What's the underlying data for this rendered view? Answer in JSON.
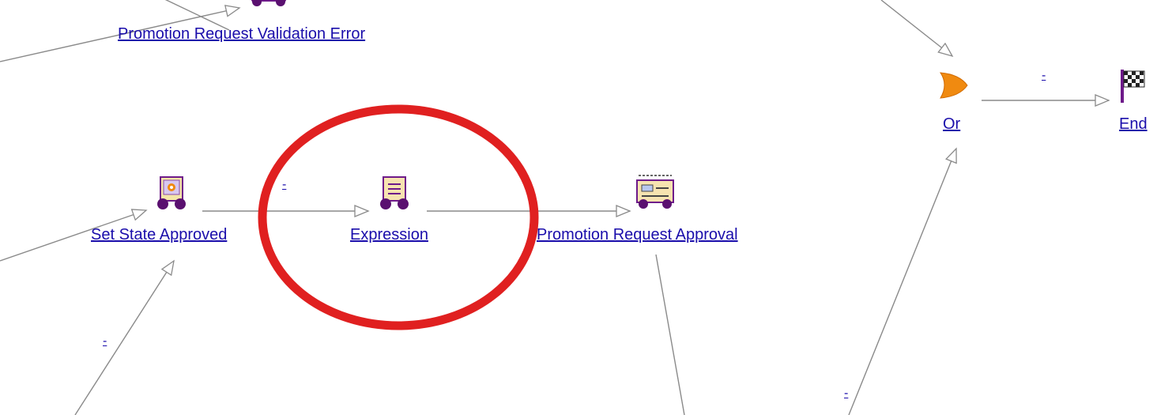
{
  "nodes": {
    "validation_error": {
      "label": "Promotion Request Validation Error",
      "icon": "task-icon"
    },
    "set_state": {
      "label": "Set State Approved",
      "icon": "set-state-icon"
    },
    "expression": {
      "label": "Expression",
      "icon": "expression-icon"
    },
    "approval": {
      "label": "Promotion Request Approval",
      "icon": "approval-icon"
    },
    "or": {
      "label": "Or",
      "icon": "or-gate-icon"
    },
    "end": {
      "label": "End",
      "icon": "checkered-flag-icon"
    }
  },
  "edge_labels": {
    "set_state_to_expression": "-",
    "or_to_end": "-",
    "lower_left_to_set_state": "-",
    "lower_right_to_or": "-"
  },
  "colors": {
    "link": "#1a0dab",
    "edge": "#8a8a8a",
    "highlight_circle": "#e02020",
    "icon_purple": "#6e1a8a",
    "icon_orange": "#f08a10"
  }
}
